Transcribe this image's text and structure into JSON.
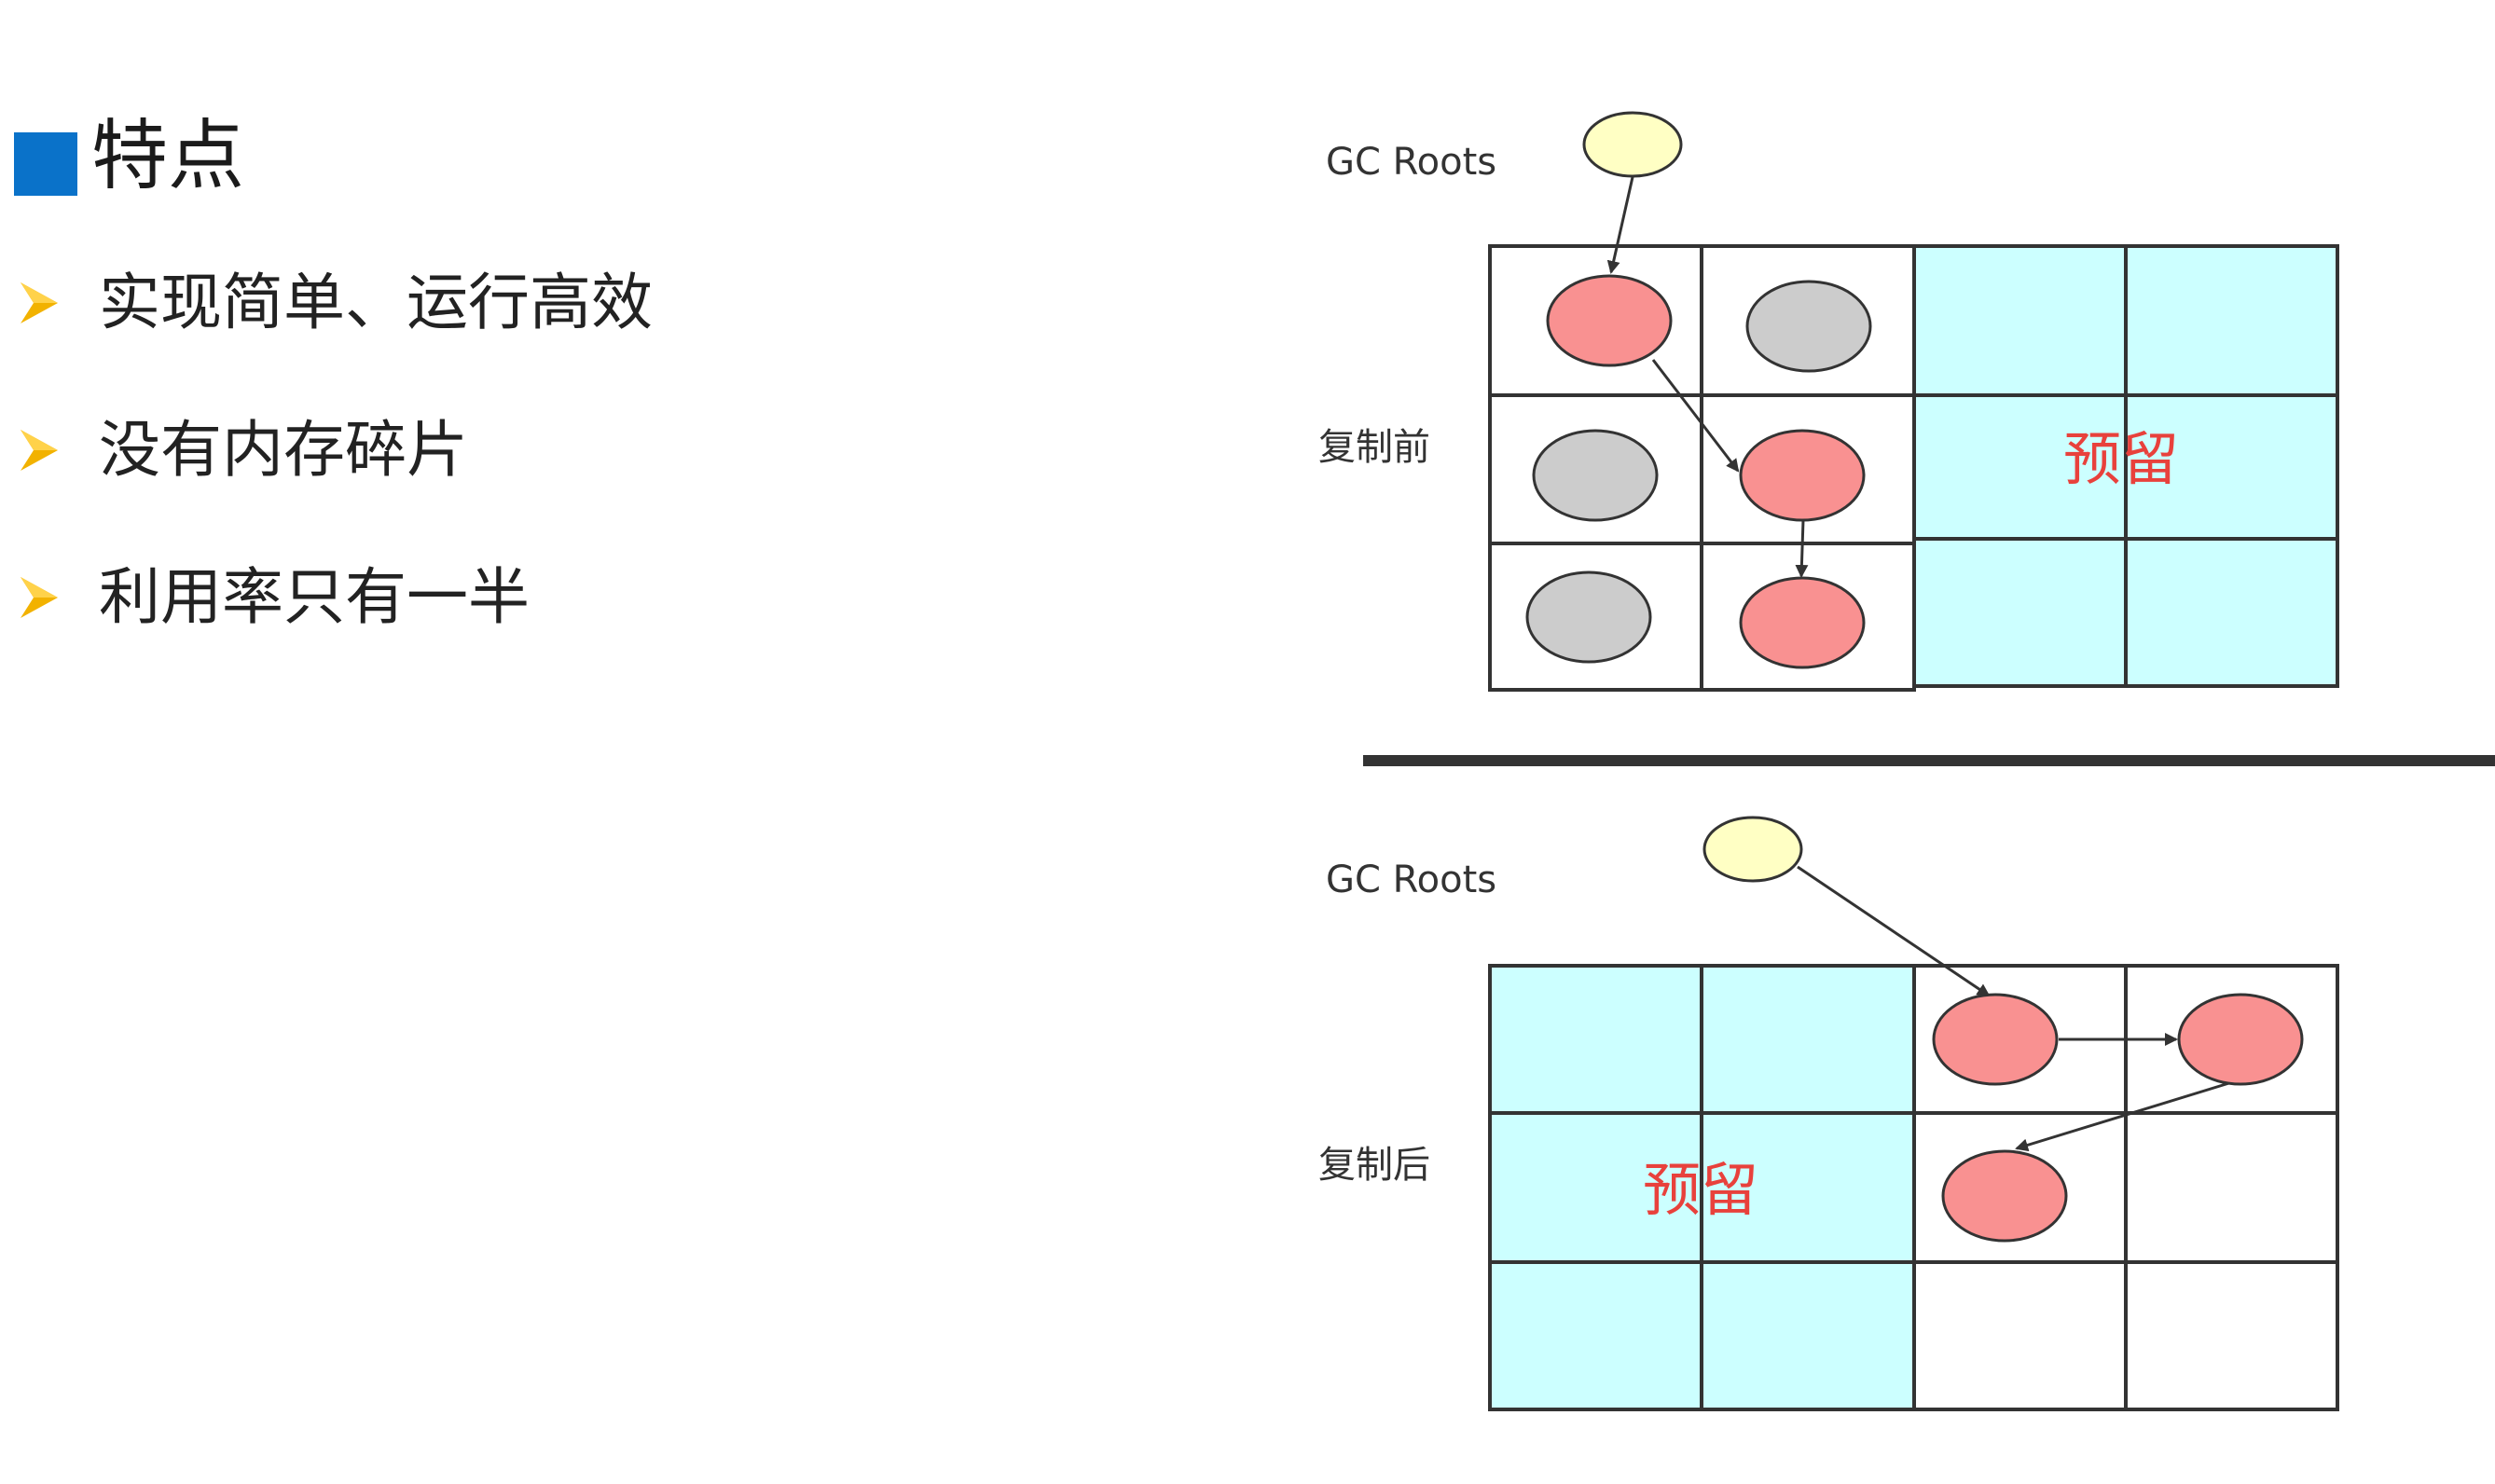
{
  "heading": {
    "title": "特点"
  },
  "bullets": [
    {
      "text": "实现简单、运行高效"
    },
    {
      "text": "没有内存碎片"
    },
    {
      "text": "利用率只有一半"
    }
  ],
  "diagram": {
    "before": {
      "roots_label": "GC Roots",
      "state_label": "复制前",
      "reserved_label": "预留"
    },
    "after": {
      "roots_label": "GC Roots",
      "state_label": "复制后",
      "reserved_label": "预留"
    }
  },
  "colors": {
    "accent_square": "#0a72c9",
    "bullet_arrow": "#f2b200",
    "root_node": "#ffffc4",
    "live_object": "#f99191",
    "dead_object": "#cccccc",
    "reserved_area": "#ccffff",
    "reserved_text": "#e8413c",
    "divider": "#333333"
  },
  "icons": {
    "heading_marker": "blue-square-icon",
    "bullet_marker": "chevron-right-icon"
  }
}
